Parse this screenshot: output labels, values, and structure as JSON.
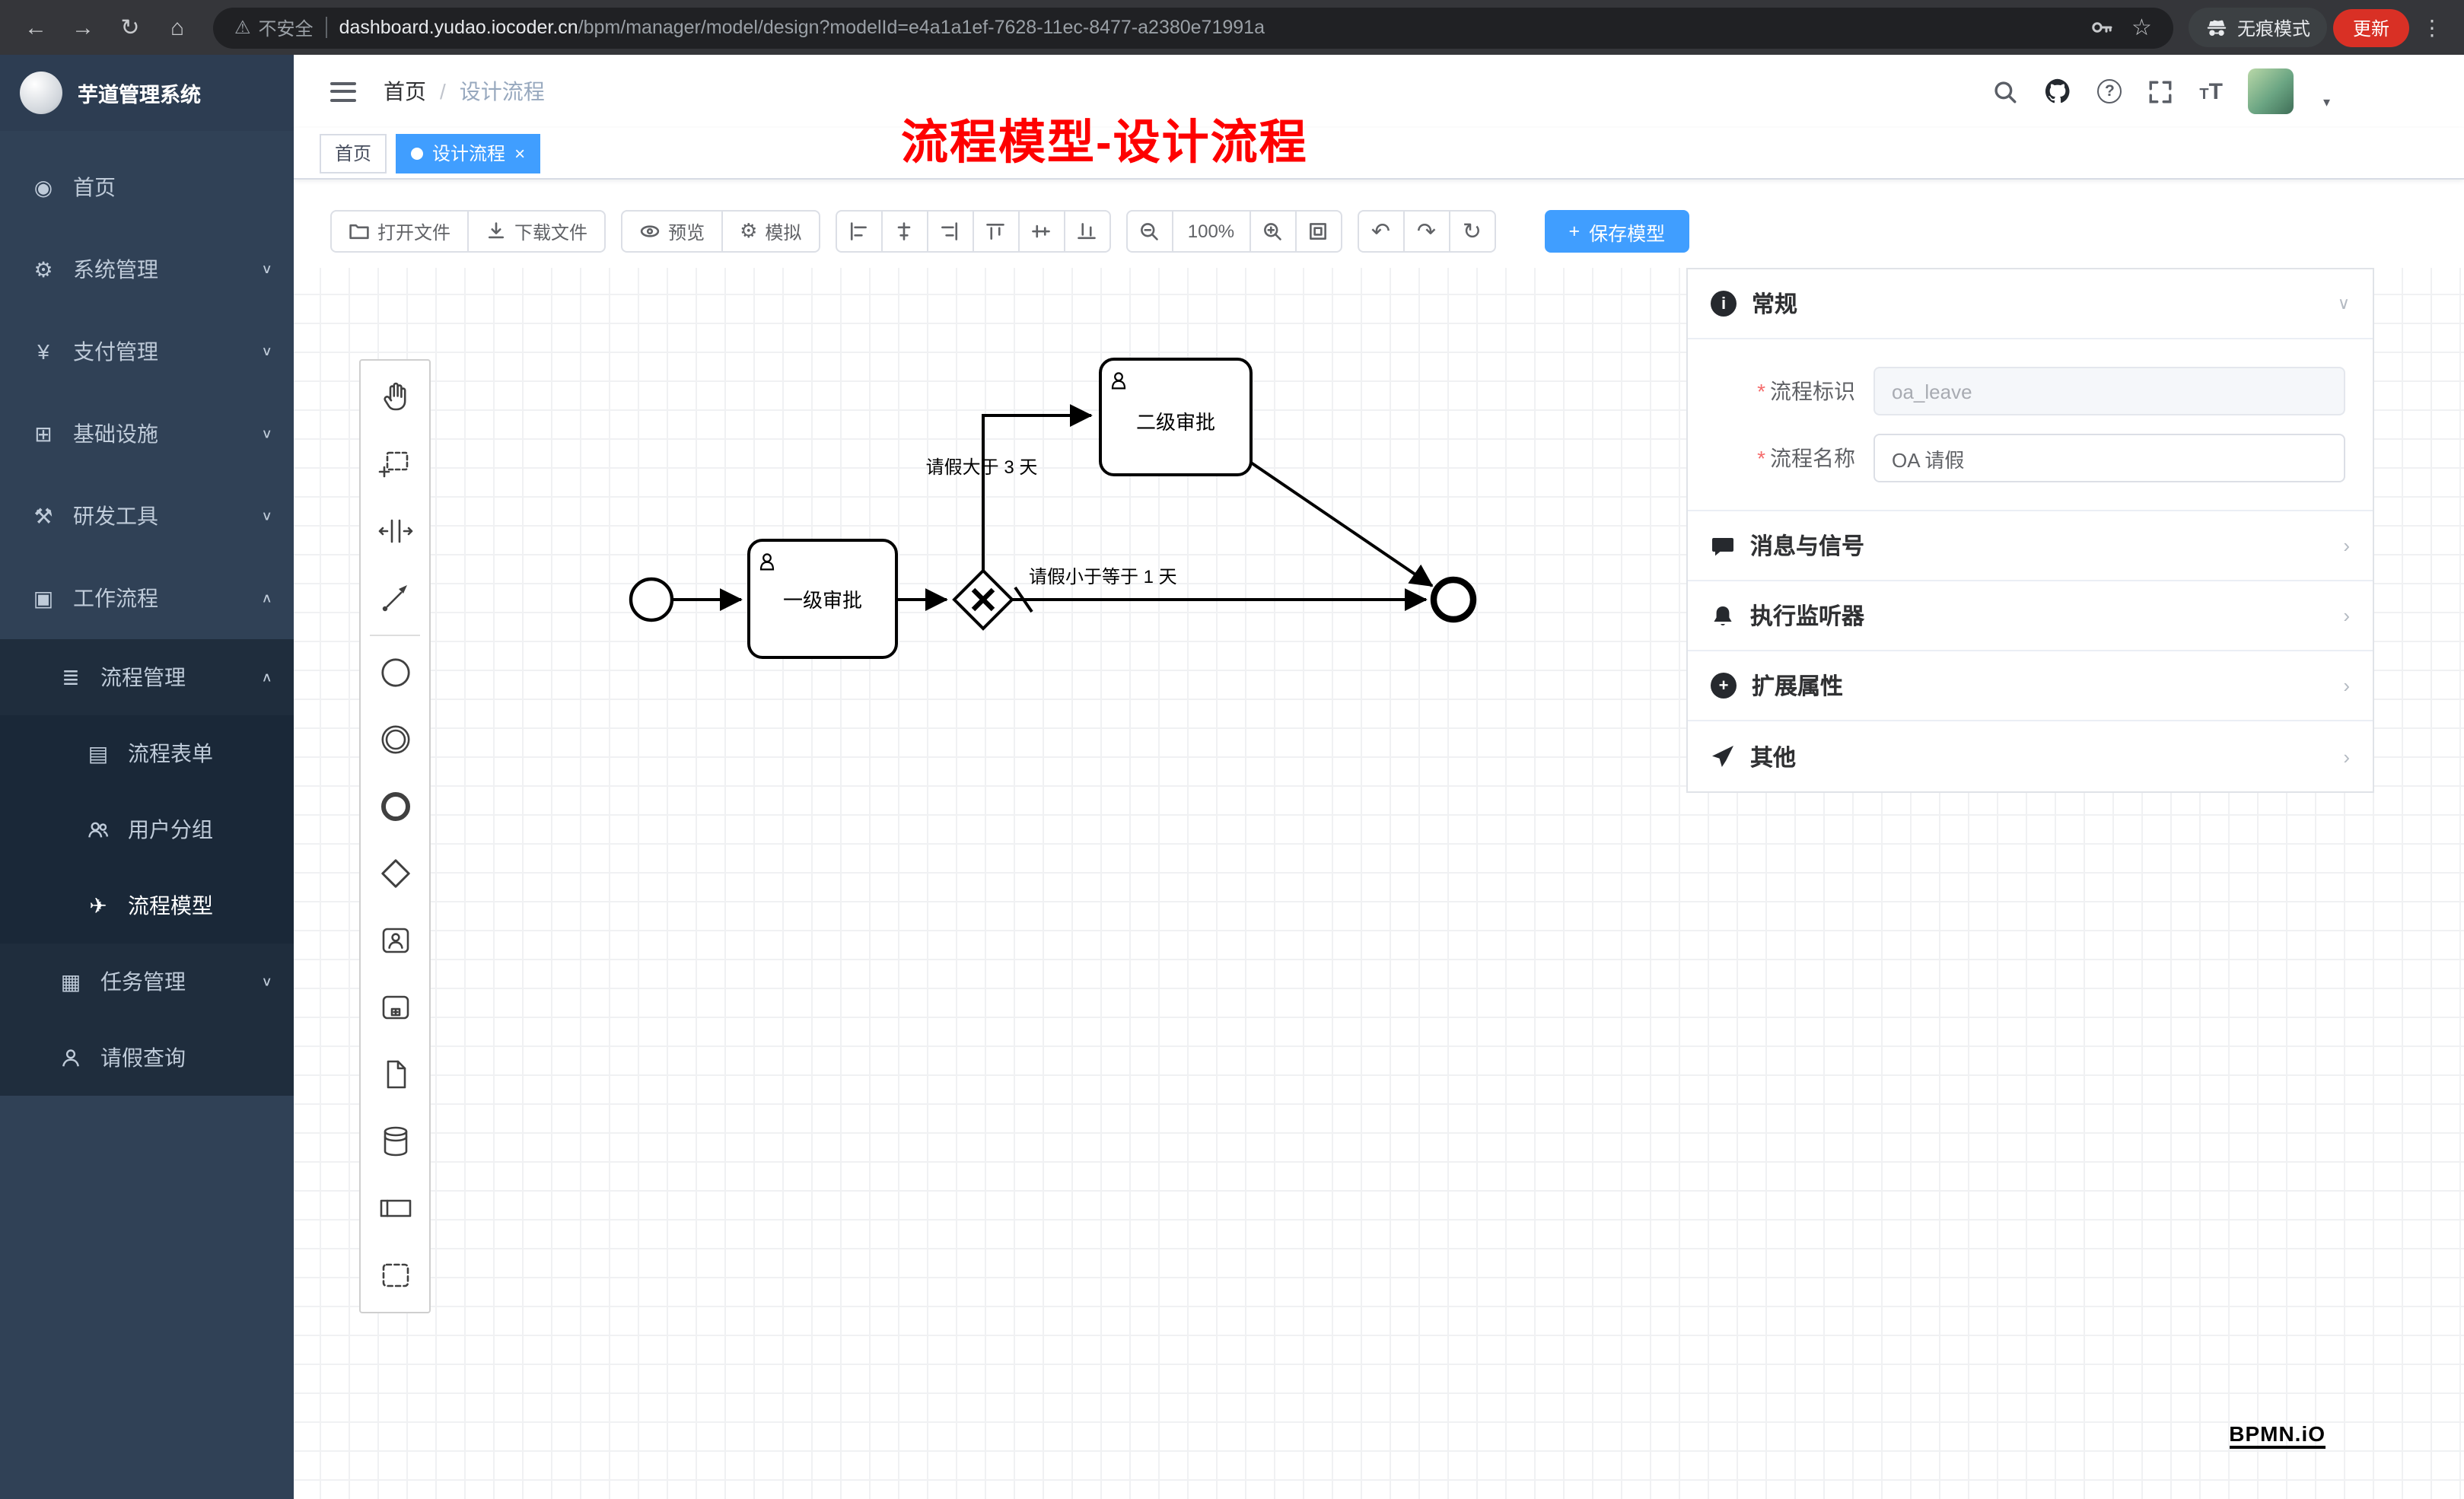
{
  "browser": {
    "security": "不安全",
    "url_host": "dashboard.yudao.iocoder.cn",
    "url_path": "/bpm/manager/model/design?modelId=e4a1a1ef-7628-11ec-8477-a2380e71991a",
    "incognito": "无痕模式",
    "update": "更新"
  },
  "sidebar": {
    "app_title": "芋道管理系统",
    "items": [
      {
        "label": "首页",
        "level": 1
      },
      {
        "label": "系统管理",
        "level": 1,
        "chevron": "down"
      },
      {
        "label": "支付管理",
        "level": 1,
        "chevron": "down"
      },
      {
        "label": "基础设施",
        "level": 1,
        "chevron": "down"
      },
      {
        "label": "研发工具",
        "level": 1,
        "chevron": "down"
      },
      {
        "label": "工作流程",
        "level": 1,
        "chevron": "up",
        "expanded": true
      },
      {
        "label": "流程管理",
        "level": 2,
        "chevron": "up",
        "expanded": true
      },
      {
        "label": "流程表单",
        "level": 3
      },
      {
        "label": "用户分组",
        "level": 3
      },
      {
        "label": "流程模型",
        "level": 3,
        "active": true
      },
      {
        "label": "任务管理",
        "level": 2,
        "chevron": "down"
      },
      {
        "label": "请假查询",
        "level": 2
      }
    ]
  },
  "header": {
    "breadcrumb_home": "首页",
    "breadcrumb_current": "设计流程",
    "annotation": "流程模型-设计流程"
  },
  "tabs": [
    {
      "label": "首页",
      "active": false
    },
    {
      "label": "设计流程",
      "active": true
    }
  ],
  "toolbar": {
    "open": "打开文件",
    "download": "下载文件",
    "preview": "预览",
    "simulate": "模拟",
    "zoom": "100%",
    "save": "保存模型"
  },
  "diagram": {
    "task1_label": "一级审批",
    "task2_label": "二级审批",
    "condition_above": "请假大于 3 天",
    "condition_right": "请假小于等于 1 天",
    "watermark": "BPMN.iO"
  },
  "panel": {
    "required_mark": "*",
    "sections": [
      {
        "title": "常规",
        "expanded": true
      },
      {
        "title": "消息与信号"
      },
      {
        "title": "执行监听器"
      },
      {
        "title": "扩展属性"
      },
      {
        "title": "其他"
      }
    ],
    "fields": [
      {
        "label": "流程标识",
        "value": "oa_leave",
        "disabled": true
      },
      {
        "label": "流程名称",
        "value": "OA 请假"
      }
    ]
  },
  "icons": {
    "back": "←",
    "forward": "→",
    "reload": "↻",
    "home": "⌂",
    "warning": "⚠",
    "star": "☆",
    "kebab": "⋮",
    "menu_home": "◉",
    "gear": "⚙",
    "yen": "¥",
    "infra": "⊞",
    "tools": "⚒",
    "workflow": "▣",
    "list": "≣",
    "doc": "▤",
    "send": "✈",
    "tasks": "▦",
    "chev_down": "∨",
    "chev_up": "∧",
    "chev_right": "›",
    "close": "×",
    "plus": "+",
    "undo": "↶",
    "redo": "↷",
    "restart": "↻",
    "question": "?",
    "letter_T": "T",
    "caret": "▾",
    "slash": "/",
    "info": "i",
    "circle_plus": "+"
  },
  "colors": {
    "accent": "#409eff",
    "sidebar_bg": "#304156",
    "submenu_bg": "#1f2d3d",
    "chrome_bg": "#35363a",
    "annotation_red": "#fe0000",
    "update_chip": "#d93025",
    "required_red": "#f56c6c"
  }
}
